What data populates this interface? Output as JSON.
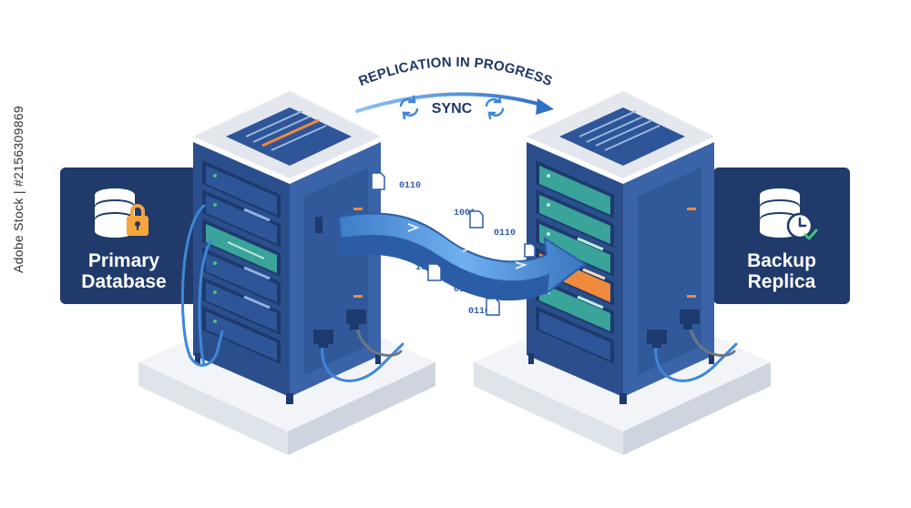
{
  "header": {
    "arc_label": "REPLICATION IN PROGRESS",
    "sync_label": "SYNC"
  },
  "primary": {
    "line1": "Primary",
    "line2": "Database"
  },
  "backup": {
    "line1": "Backup",
    "line2": "Replica"
  },
  "data_stream": {
    "bits": [
      "0110",
      "1001",
      "0110",
      "1001",
      "0110",
      "0110"
    ]
  },
  "side_label": "Adobe Stock | #2156309869",
  "colors": {
    "navy_panel": "#1f3a6b",
    "rack_blue": "#2e5597",
    "rack_dark": "#1d3a6e",
    "stream_blue": "#4f90da",
    "accent_orange": "#f08a3c",
    "led_green": "#46c37b",
    "teal_panel": "#3aa39a"
  },
  "icons": [
    "database-lock-icon",
    "database-clock-icon",
    "sync-icon",
    "arrow-icon",
    "document-icon",
    "cable-icon"
  ]
}
